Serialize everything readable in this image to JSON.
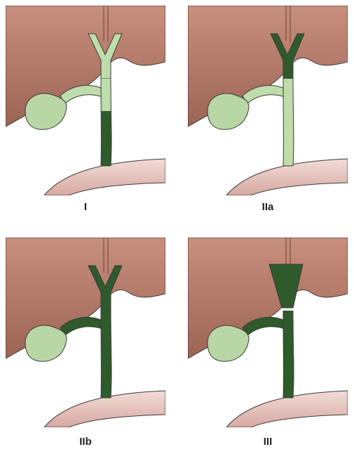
{
  "panels": [
    {
      "label": "I",
      "fill": "lower"
    },
    {
      "label": "IIa",
      "fill": "upper"
    },
    {
      "label": "IIb",
      "fill": "full"
    },
    {
      "label": "III",
      "fill": "cone"
    }
  ],
  "colors": {
    "liver": "#b07a6a",
    "liver_shade": "#9a6455",
    "gallbladder": "#b9d6a5",
    "duct_light": "#bfdcab",
    "duct_dark": "#2f5a2c",
    "duodenum": "#e7c6c0",
    "outline": "#3a3a3a"
  }
}
